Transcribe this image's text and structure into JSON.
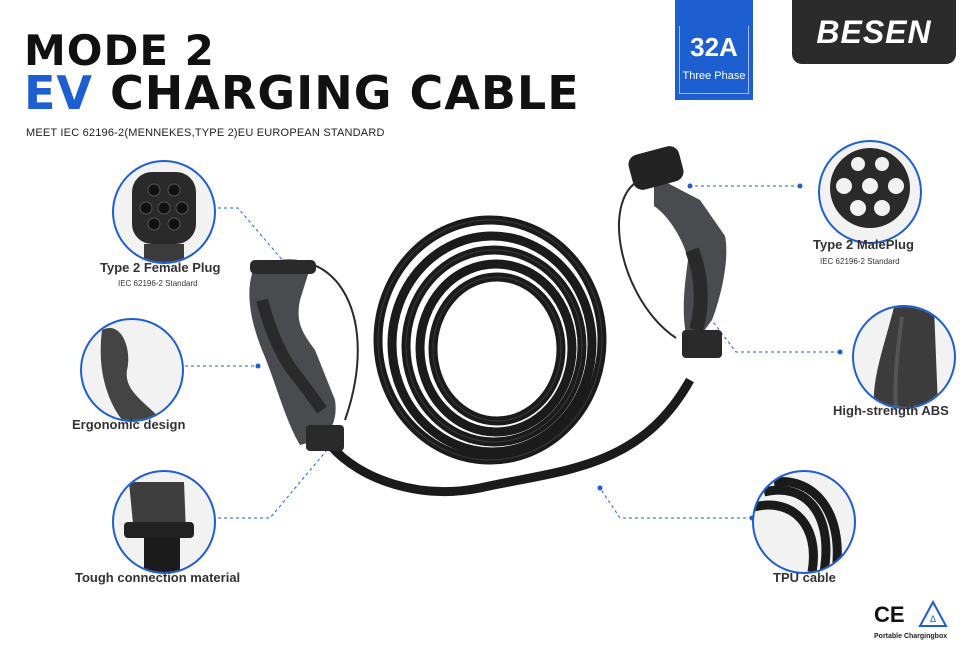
{
  "header": {
    "title_line1": "MODE 2",
    "title_line2_accent": "EV",
    "title_line2_rest": "CHARGING CABLE",
    "subtitle": "MEET IEC 62196-2(MENNEKES,TYPE 2)EU EUROPEAN STANDARD"
  },
  "badge": {
    "current": "32A",
    "phase": "Three Phase"
  },
  "brand": {
    "name": "BESEN"
  },
  "features": {
    "female_plug": {
      "label": "Type 2 Female Plug",
      "standard": "IEC 62196-2 Standard"
    },
    "male_plug": {
      "label": "Type 2 MalePlug",
      "standard": "IEC 62196-2 Standard"
    },
    "ergonomic": {
      "label": "Ergonomic design"
    },
    "abs": {
      "label": "High-strength ABS"
    },
    "connection": {
      "label": "Tough connection material"
    },
    "tpu": {
      "label": "TPU cable"
    }
  },
  "certification": {
    "ce_mark": "CE",
    "caption": "Portable Chargingbox"
  },
  "colors": {
    "accent": "#1d5fd1",
    "brand_bg": "#2b2b2b",
    "cable": "#1b1b1b"
  }
}
